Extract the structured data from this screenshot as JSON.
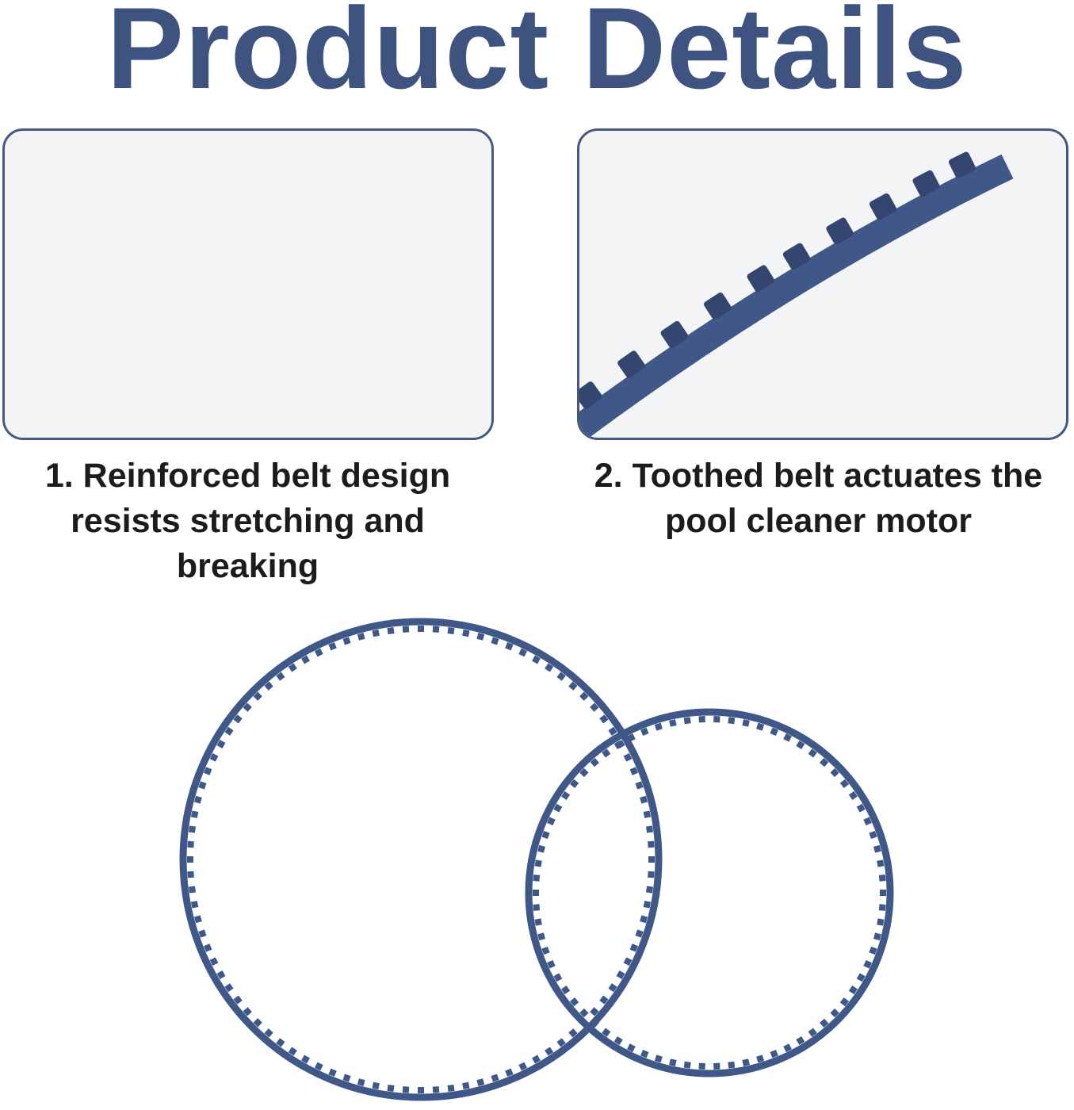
{
  "title": "Product Details",
  "features": [
    {
      "caption": "1. Reinforced belt design resists stretching and breaking"
    },
    {
      "caption": "2. Toothed belt actuates the pool cleaner motor"
    }
  ],
  "colors": {
    "title": "#3e5380",
    "panel_border": "#45587f",
    "belt": "#3f5888",
    "belt_dark": "#34466f",
    "panel_bg": "#f3f4f6",
    "caption": "#1c1c1c"
  },
  "images": [
    {
      "icon": "belt-closeup-curve"
    },
    {
      "icon": "belt-closeup-teeth"
    },
    {
      "icon": "two-toothed-belt-rings"
    }
  ]
}
